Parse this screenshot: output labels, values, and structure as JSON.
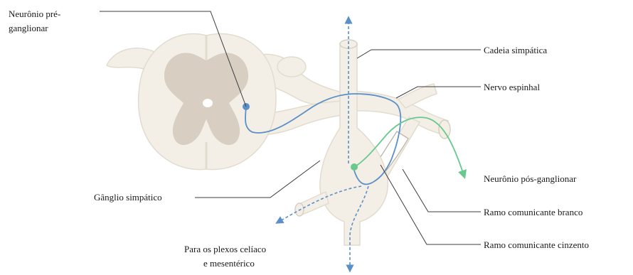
{
  "labels": {
    "preganglionic_line1": "Neurônio pré-",
    "preganglionic_line2": "ganglionar",
    "sympathetic_chain": "Cadeia simpática",
    "spinal_nerve": "Nervo espinhal",
    "postganglionic": "Neurônio pós-ganglionar",
    "sympathetic_ganglion": "Gânglio simpático",
    "white_ramus": "Ramo comunicante branco",
    "gray_ramus": "Ramo comunicante cinzento",
    "plexus_line1": "Para os plexos celíaco",
    "plexus_line2": "e mesentérico"
  },
  "colors": {
    "tissue_fill": "#f4efe6",
    "tissue_stroke": "#e2dccf",
    "gray_matter": "#d8cfc2",
    "preganglionic_fiber": "#5b8fc7",
    "postganglionic_fiber": "#67c98d",
    "leader_line": "#3c3c3c"
  }
}
